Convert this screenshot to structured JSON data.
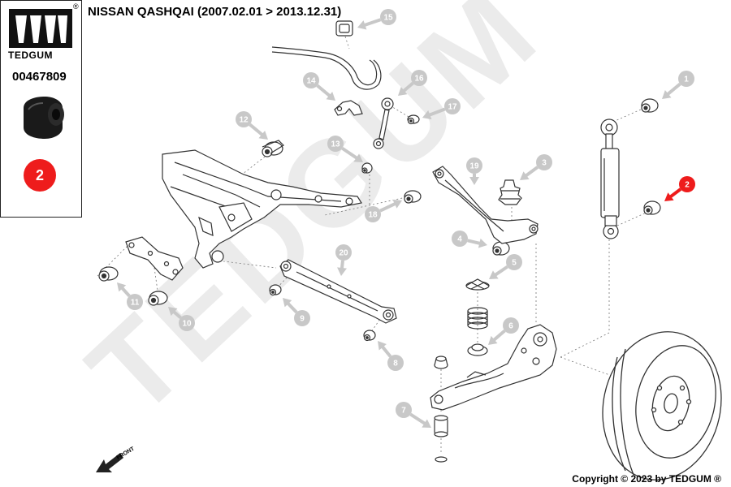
{
  "header": {
    "title": "NISSAN QASHQAI (2007.02.01 > 2013.12.31)"
  },
  "brand": {
    "name": "TEDGUM",
    "registered_mark": "®"
  },
  "part": {
    "number": "00467809",
    "highlight_position": "2"
  },
  "labels": {
    "front": "FRONT"
  },
  "watermark": "TEDGUM",
  "footer": {
    "copyright": "Copyright © 2023 by TEDGUM ®"
  },
  "callouts": [
    {
      "id": "1",
      "label": "1"
    },
    {
      "id": "2",
      "label": "2",
      "highlighted": true
    },
    {
      "id": "3",
      "label": "3"
    },
    {
      "id": "4",
      "label": "4"
    },
    {
      "id": "5",
      "label": "5"
    },
    {
      "id": "6",
      "label": "6"
    },
    {
      "id": "7",
      "label": "7"
    },
    {
      "id": "8",
      "label": "8"
    },
    {
      "id": "9",
      "label": "9"
    },
    {
      "id": "10",
      "label": "10"
    },
    {
      "id": "11",
      "label": "11"
    },
    {
      "id": "12",
      "label": "12"
    },
    {
      "id": "13",
      "label": "13"
    },
    {
      "id": "14",
      "label": "14"
    },
    {
      "id": "15",
      "label": "15"
    },
    {
      "id": "16",
      "label": "16"
    },
    {
      "id": "17",
      "label": "17"
    },
    {
      "id": "18",
      "label": "18"
    },
    {
      "id": "19",
      "label": "19"
    },
    {
      "id": "20",
      "label": "20"
    }
  ],
  "colors": {
    "highlight": "#ee1c1c",
    "callout": "#c8c8c8",
    "line": "#333333",
    "watermark": "#ebebeb"
  }
}
